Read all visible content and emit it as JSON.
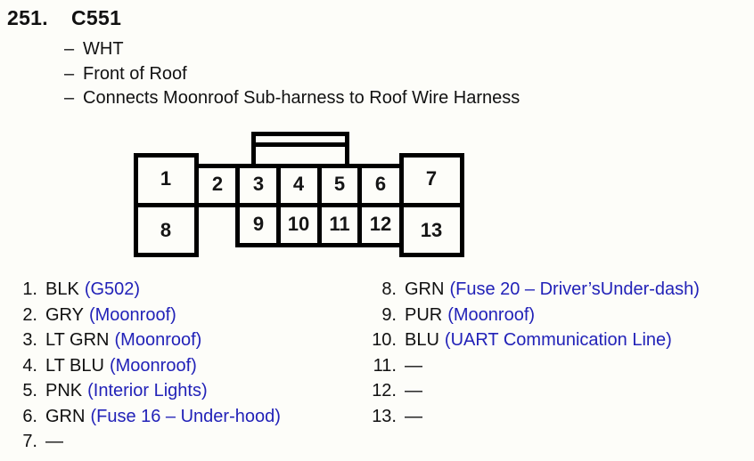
{
  "header": {
    "index": "251.",
    "code": "C551",
    "dash": "–",
    "bullets": [
      "WHT",
      "Front of Roof",
      "Connects Moonroof Sub-harness to Roof Wire Harness"
    ]
  },
  "connector": {
    "cells": {
      "c1": "1",
      "c2": "2",
      "c3": "3",
      "c4": "4",
      "c5": "5",
      "c6": "6",
      "c7": "7",
      "c8": "8",
      "c9": "9",
      "c10": "10",
      "c11": "11",
      "c12": "12",
      "c13": "13"
    }
  },
  "pins": {
    "left": [
      {
        "num": "1.",
        "wire": "BLK",
        "dest": "(G502)"
      },
      {
        "num": "2.",
        "wire": "GRY",
        "dest": "(Moonroof)"
      },
      {
        "num": "3.",
        "wire": "LT GRN",
        "dest": "(Moonroof)"
      },
      {
        "num": "4.",
        "wire": "LT BLU",
        "dest": "(Moonroof)"
      },
      {
        "num": "5.",
        "wire": "PNK",
        "dest": "(Interior Lights)"
      },
      {
        "num": "6.",
        "wire": "GRN",
        "dest": "(Fuse 16 – Under-hood)"
      },
      {
        "num": "7.",
        "wire": "—",
        "dest": ""
      }
    ],
    "right": [
      {
        "num": "8.",
        "wire": "GRN",
        "dest": "(Fuse 20 – Driver’sUnder-dash)"
      },
      {
        "num": "9.",
        "wire": "PUR",
        "dest": "(Moonroof)"
      },
      {
        "num": "10.",
        "wire": "BLU",
        "dest": "(UART Communication Line)"
      },
      {
        "num": "11.",
        "wire": "—",
        "dest": ""
      },
      {
        "num": "12.",
        "wire": "—",
        "dest": ""
      },
      {
        "num": "13.",
        "wire": "—",
        "dest": ""
      }
    ]
  },
  "colors": {
    "text": "#111111",
    "link_blue": "#2222b8",
    "line_black": "#000000",
    "background": "#fdfdf9"
  }
}
